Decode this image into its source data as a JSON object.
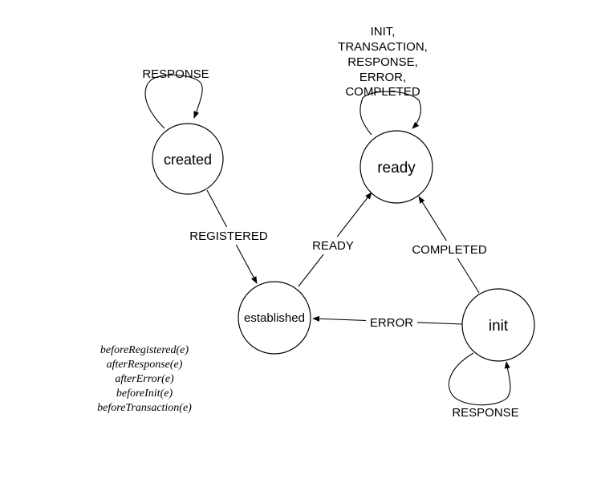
{
  "states": {
    "created": "created",
    "ready": "ready",
    "established": "established",
    "init": "init"
  },
  "transitions": {
    "created_self": "RESPONSE",
    "ready_self": [
      "INIT,",
      "TRANSACTION,",
      "RESPONSE,",
      "ERROR,",
      "COMPLETED"
    ],
    "created_to_established": "REGISTERED",
    "established_to_ready": "READY",
    "init_to_ready": "COMPLETED",
    "init_to_established": "ERROR",
    "init_self": "RESPONSE"
  },
  "callbacks": [
    "beforeRegistered(e)",
    "afterResponse(e)",
    "afterError(e)",
    "beforeInit(e)",
    "beforeTransaction(e)"
  ]
}
